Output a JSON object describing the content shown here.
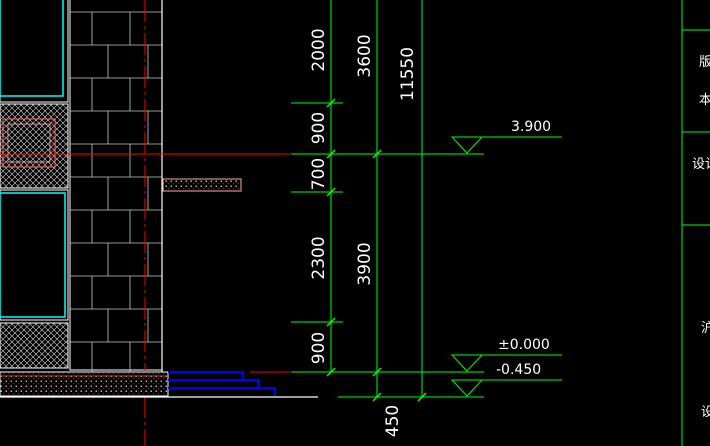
{
  "dimensions": {
    "inner": [
      "2000",
      "900",
      "700",
      "2300",
      "900"
    ],
    "middle": [
      "3600",
      "3900"
    ],
    "outer": "11550",
    "bottom": "450"
  },
  "elevations": {
    "upper": "3.900",
    "ground": "±0.000",
    "exterior": "-0.450"
  },
  "title_block": {
    "text1": "版",
    "text2": "本",
    "text3": "设计",
    "text4": "沪",
    "text5": "设"
  },
  "colors": {
    "background": "#000000",
    "dimension_line": "#00ff00",
    "window_frame": "#00ffff",
    "wall_line": "#ffffff",
    "axis_line": "#ff0000",
    "step_line": "#0000ff"
  }
}
